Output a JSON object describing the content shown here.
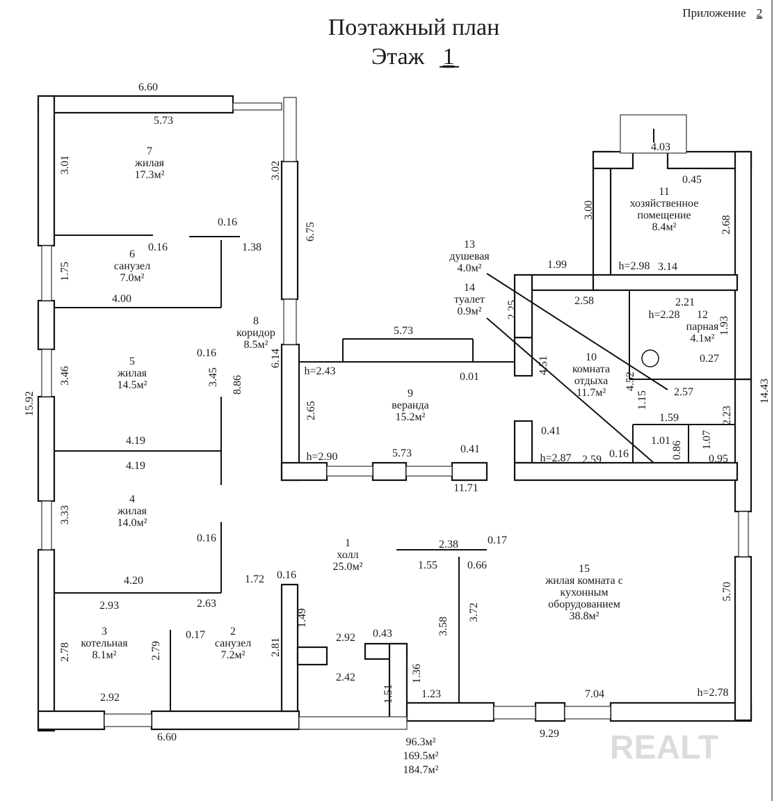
{
  "header": {
    "title": "Поэтажный план",
    "floor_label": "Этаж",
    "floor_number": "1",
    "appendix": "Приложение",
    "appendix_number": "2"
  },
  "rooms": [
    {
      "number": "1",
      "lines": [
        "холл",
        "25.0м²"
      ]
    },
    {
      "number": "2",
      "lines": [
        "санузел",
        "7.2м²"
      ]
    },
    {
      "number": "3",
      "lines": [
        "котельная",
        "8.1м²"
      ]
    },
    {
      "number": "4",
      "lines": [
        "жилая",
        "14.0м²"
      ]
    },
    {
      "number": "5",
      "lines": [
        "жилая",
        "14.5м²"
      ]
    },
    {
      "number": "6",
      "lines": [
        "санузел",
        "7.0м²"
      ]
    },
    {
      "number": "7",
      "lines": [
        "жилая",
        "17.3м²"
      ]
    },
    {
      "number": "8",
      "lines": [
        "коридор",
        "8.5м²"
      ]
    },
    {
      "number": "9",
      "lines": [
        "веранда",
        "15.2м²"
      ]
    },
    {
      "number": "10",
      "lines": [
        "комната",
        "отдыха",
        "11.7м²"
      ]
    },
    {
      "number": "11",
      "lines": [
        "хозяйственное",
        "помещение",
        "8.4м²"
      ]
    },
    {
      "number": "12",
      "lines": [
        "парная",
        "4.1м²"
      ]
    },
    {
      "number": "13",
      "lines": [
        "душевая",
        "4.0м²"
      ]
    },
    {
      "number": "14",
      "lines": [
        "туалет",
        "0.9м²"
      ]
    },
    {
      "number": "15",
      "lines": [
        "жилая комната с",
        "кухонным",
        "оборудованием",
        "38.8м²"
      ]
    }
  ],
  "dimensions_horizontal": [
    "6.60",
    "5.73",
    "0.16",
    "1.38",
    "0.16",
    "4.00",
    "0.16",
    "4.19",
    "4.19",
    "0.16",
    "4.20",
    "2.93",
    "2.63",
    "1.72",
    "0.16",
    "0.17",
    "2.92",
    "6.60",
    "2.92",
    "0.43",
    "2.42",
    "1.23",
    "2.38",
    "0.17",
    "1.55",
    "0.66",
    "5.73",
    "h=2.43",
    "0.01",
    "h=2.90",
    "5.73",
    "0.41",
    "11.71",
    "7.04",
    "h=2.78",
    "9.29",
    "1.99",
    "2.58",
    "2.21",
    "h=2.28",
    "2.57",
    "0.27",
    "1.59",
    "1.01",
    "0.41",
    "h=2.87",
    "2.59",
    "0.16",
    "0.95",
    "4.03",
    "0.45",
    "h=2.98",
    "3.14"
  ],
  "dimensions_vertical": [
    "3.01",
    "3.02",
    "6.75",
    "1.75",
    "3.46",
    "15.92",
    "3.45",
    "8.86",
    "6.14",
    "2.65",
    "3.33",
    "2.78",
    "2.79",
    "2.81",
    "1.49",
    "1.51",
    "1.36",
    "3.58",
    "3.72",
    "5.70",
    "14.43",
    "2.23",
    "1.07",
    "0.86",
    "1.15",
    "4.52",
    "4.51",
    "2.25",
    "3.00",
    "2.68",
    "1.93"
  ],
  "totals": [
    "96.3м²",
    "169.5м²",
    "184.7м²"
  ],
  "watermark": "REALT"
}
